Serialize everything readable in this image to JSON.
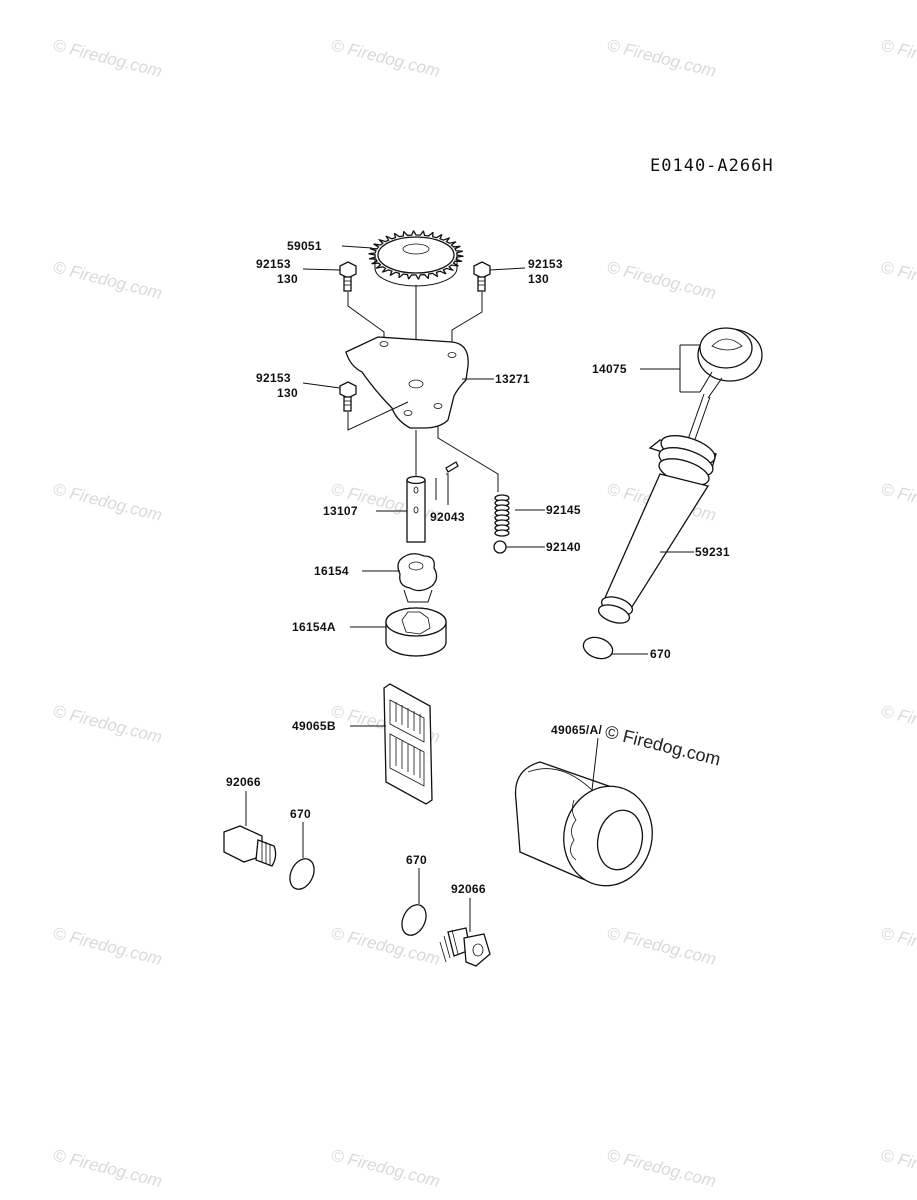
{
  "diagram": {
    "code": "E0140-A266H",
    "watermark": "© Firedog.com",
    "labels": {
      "p59051": "59051",
      "p92153_left_top": "92153",
      "p130_left_top": "130",
      "p92153_right": "92153",
      "p130_right": "130",
      "p92153_left_mid": "92153",
      "p130_left_mid": "130",
      "p13271": "13271",
      "p14075": "14075",
      "p13107": "13107",
      "p92043": "92043",
      "p92145": "92145",
      "p92140": "92140",
      "p59231": "59231",
      "p16154": "16154",
      "p16154A": "16154A",
      "p670_dip": "670",
      "p49065B": "49065B",
      "p49065A": "49065/A/",
      "p92066_left": "92066",
      "p670_left": "670",
      "p670_mid": "670",
      "p92066_mid": "92066"
    }
  }
}
